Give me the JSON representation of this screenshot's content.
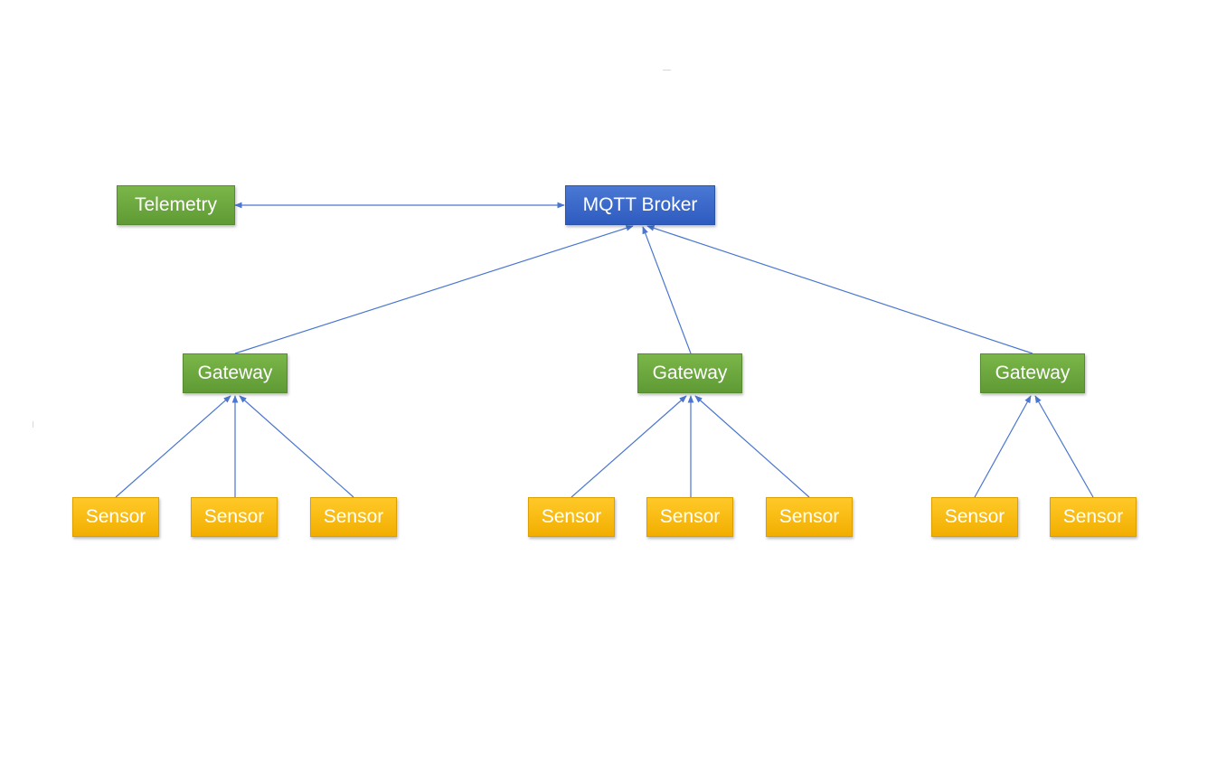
{
  "diagram": {
    "colors": {
      "edge": "#4a76d0",
      "broker": "#2e5bbf",
      "gateway_telemetry": "#6aa83f",
      "sensor": "#f8b800",
      "text": "#ffffff"
    },
    "nodes": {
      "broker": {
        "label": "MQTT Broker"
      },
      "telemetry": {
        "label": "Telemetry"
      },
      "gateways": [
        {
          "label": "Gateway"
        },
        {
          "label": "Gateway"
        },
        {
          "label": "Gateway"
        }
      ],
      "sensors": [
        {
          "label": "Sensor"
        },
        {
          "label": "Sensor"
        },
        {
          "label": "Sensor"
        },
        {
          "label": "Sensor"
        },
        {
          "label": "Sensor"
        },
        {
          "label": "Sensor"
        },
        {
          "label": "Sensor"
        },
        {
          "label": "Sensor"
        }
      ]
    },
    "edges": [
      {
        "from": "telemetry",
        "to": "broker",
        "direction": "both"
      },
      {
        "from": "gateway-1",
        "to": "broker",
        "direction": "to"
      },
      {
        "from": "gateway-2",
        "to": "broker",
        "direction": "to"
      },
      {
        "from": "gateway-3",
        "to": "broker",
        "direction": "to"
      },
      {
        "from": "sensor-1",
        "to": "gateway-1",
        "direction": "to"
      },
      {
        "from": "sensor-2",
        "to": "gateway-1",
        "direction": "to"
      },
      {
        "from": "sensor-3",
        "to": "gateway-1",
        "direction": "to"
      },
      {
        "from": "sensor-4",
        "to": "gateway-2",
        "direction": "to"
      },
      {
        "from": "sensor-5",
        "to": "gateway-2",
        "direction": "to"
      },
      {
        "from": "sensor-6",
        "to": "gateway-2",
        "direction": "to"
      },
      {
        "from": "sensor-7",
        "to": "gateway-3",
        "direction": "to"
      },
      {
        "from": "sensor-8",
        "to": "gateway-3",
        "direction": "to"
      }
    ]
  }
}
